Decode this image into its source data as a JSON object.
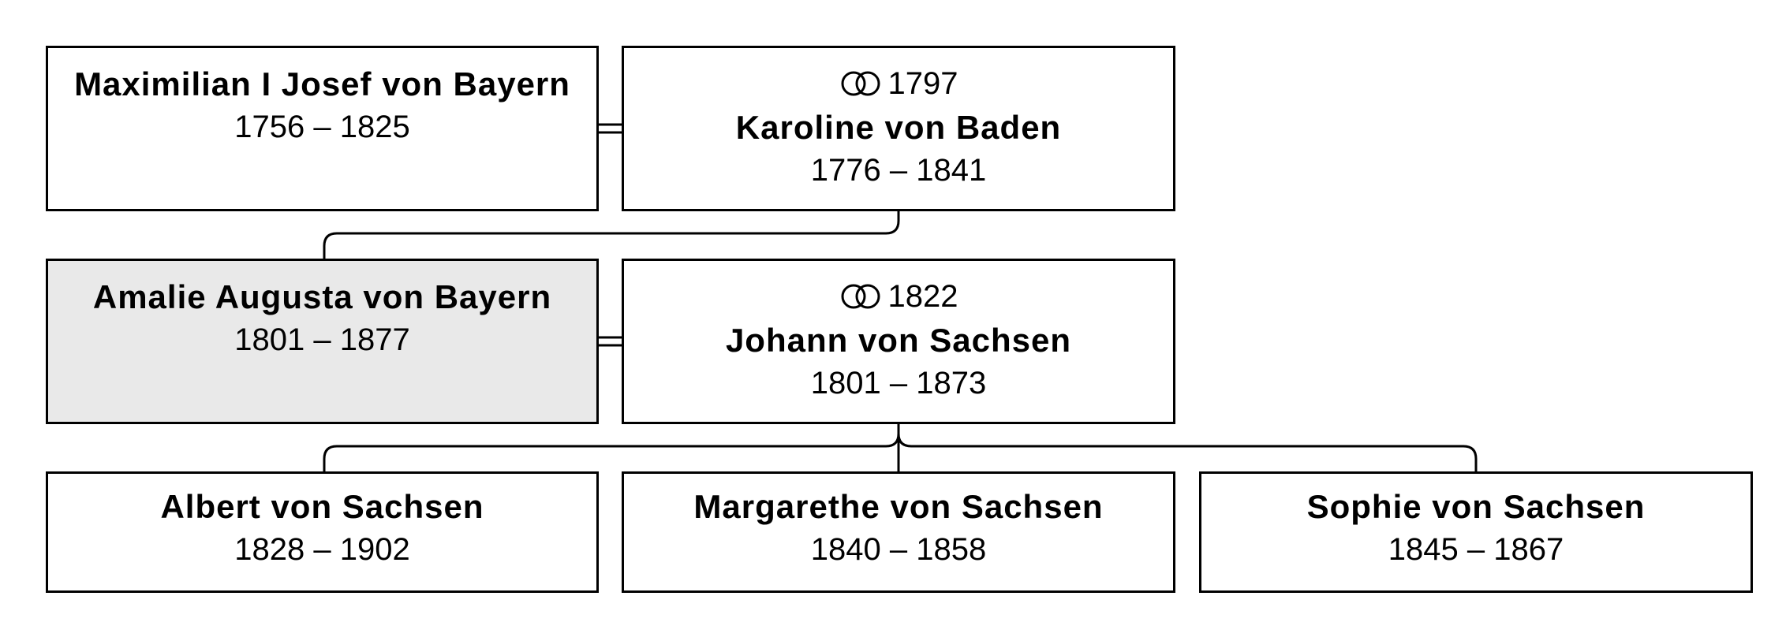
{
  "persons": {
    "maximilian": {
      "name": "Maximilian I Josef von Bayern",
      "years": "1756 – 1825"
    },
    "karoline": {
      "marriage_year": "1797",
      "name": "Karoline von Baden",
      "years": "1776 – 1841"
    },
    "amalie": {
      "name": "Amalie Augusta von Bayern",
      "years": "1801 – 1877"
    },
    "johann": {
      "marriage_year": "1822",
      "name": "Johann von Sachsen",
      "years": "1801 – 1873"
    },
    "albert": {
      "name": "Albert von Sachsen",
      "years": "1828 – 1902"
    },
    "margarethe": {
      "name": "Margarethe von Sachsen",
      "years": "1840 – 1858"
    },
    "sophie": {
      "name": "Sophie von Sachsen",
      "years": "1845 – 1867"
    }
  },
  "icons": {
    "marriage": "interlocking-rings-icon"
  },
  "colors": {
    "highlight_fill": "#e9e9e9",
    "border": "#000000",
    "background": "#ffffff"
  }
}
